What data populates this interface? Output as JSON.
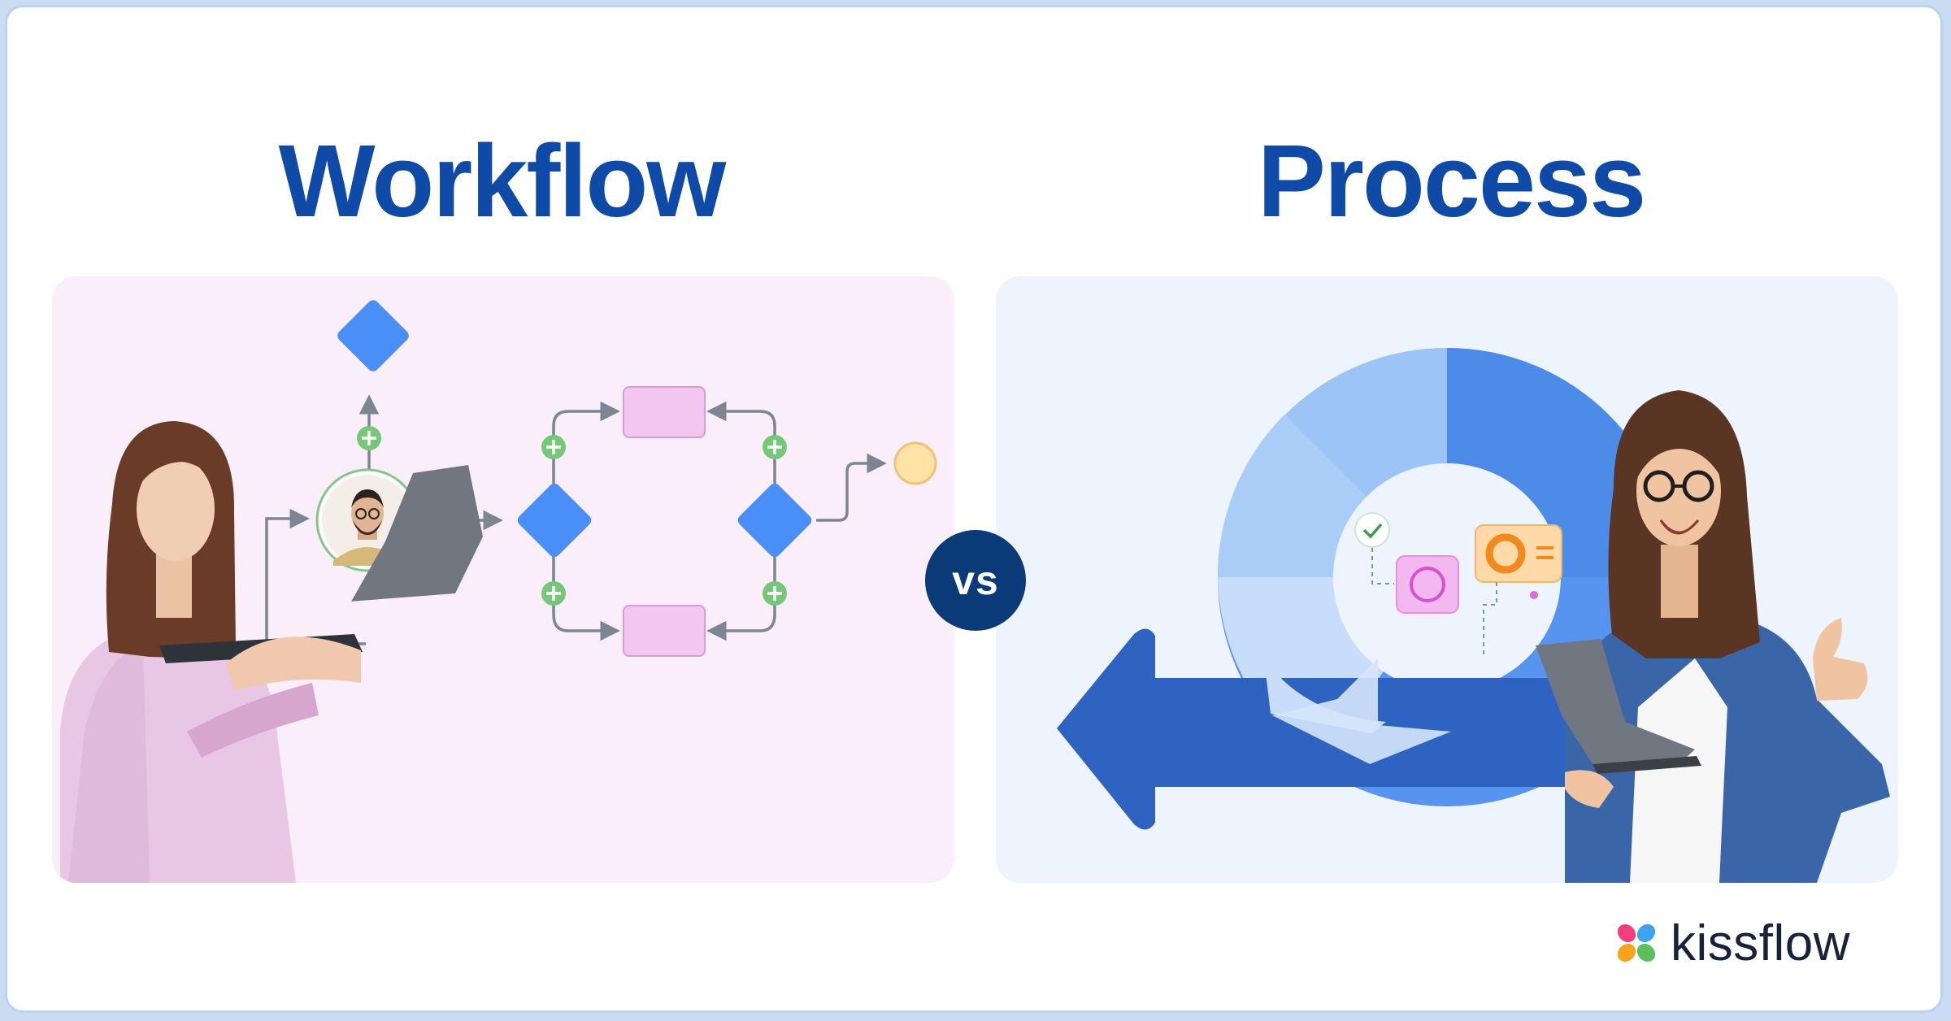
{
  "titles": {
    "left": "Workflow",
    "right": "Process"
  },
  "vs_label": "vs",
  "brand": {
    "name": "kissflow",
    "logo_icon": "butterfly-logo-icon"
  },
  "colors": {
    "title": "#0e4aa6",
    "vs_badge": "#0b3a78",
    "workflow_panel_bg": "#f9eef9",
    "process_panel_bg": "#eef4fd",
    "decision_diamond": "#4a8ef7",
    "task_box": "#f2c6ef",
    "add_node": "#76c777",
    "end_node": "#ffe2a6",
    "cycle_light": "#c7ddfb",
    "cycle_mid": "#9cc4f7",
    "cycle_dark": "#5694f0",
    "arrow": "#2f63c1"
  },
  "icons": {
    "workflow": [
      "decision-diamond-icon",
      "add-step-icon",
      "task-box-icon",
      "end-node-icon",
      "approver-avatar-icon",
      "check-badge-icon",
      "person-with-laptop-icon"
    ],
    "process": [
      "cycle-ring-icon",
      "big-arrow-icon",
      "check-bubble-icon",
      "ring-card-icon",
      "donut-card-icon",
      "person-with-laptop-icon"
    ]
  }
}
